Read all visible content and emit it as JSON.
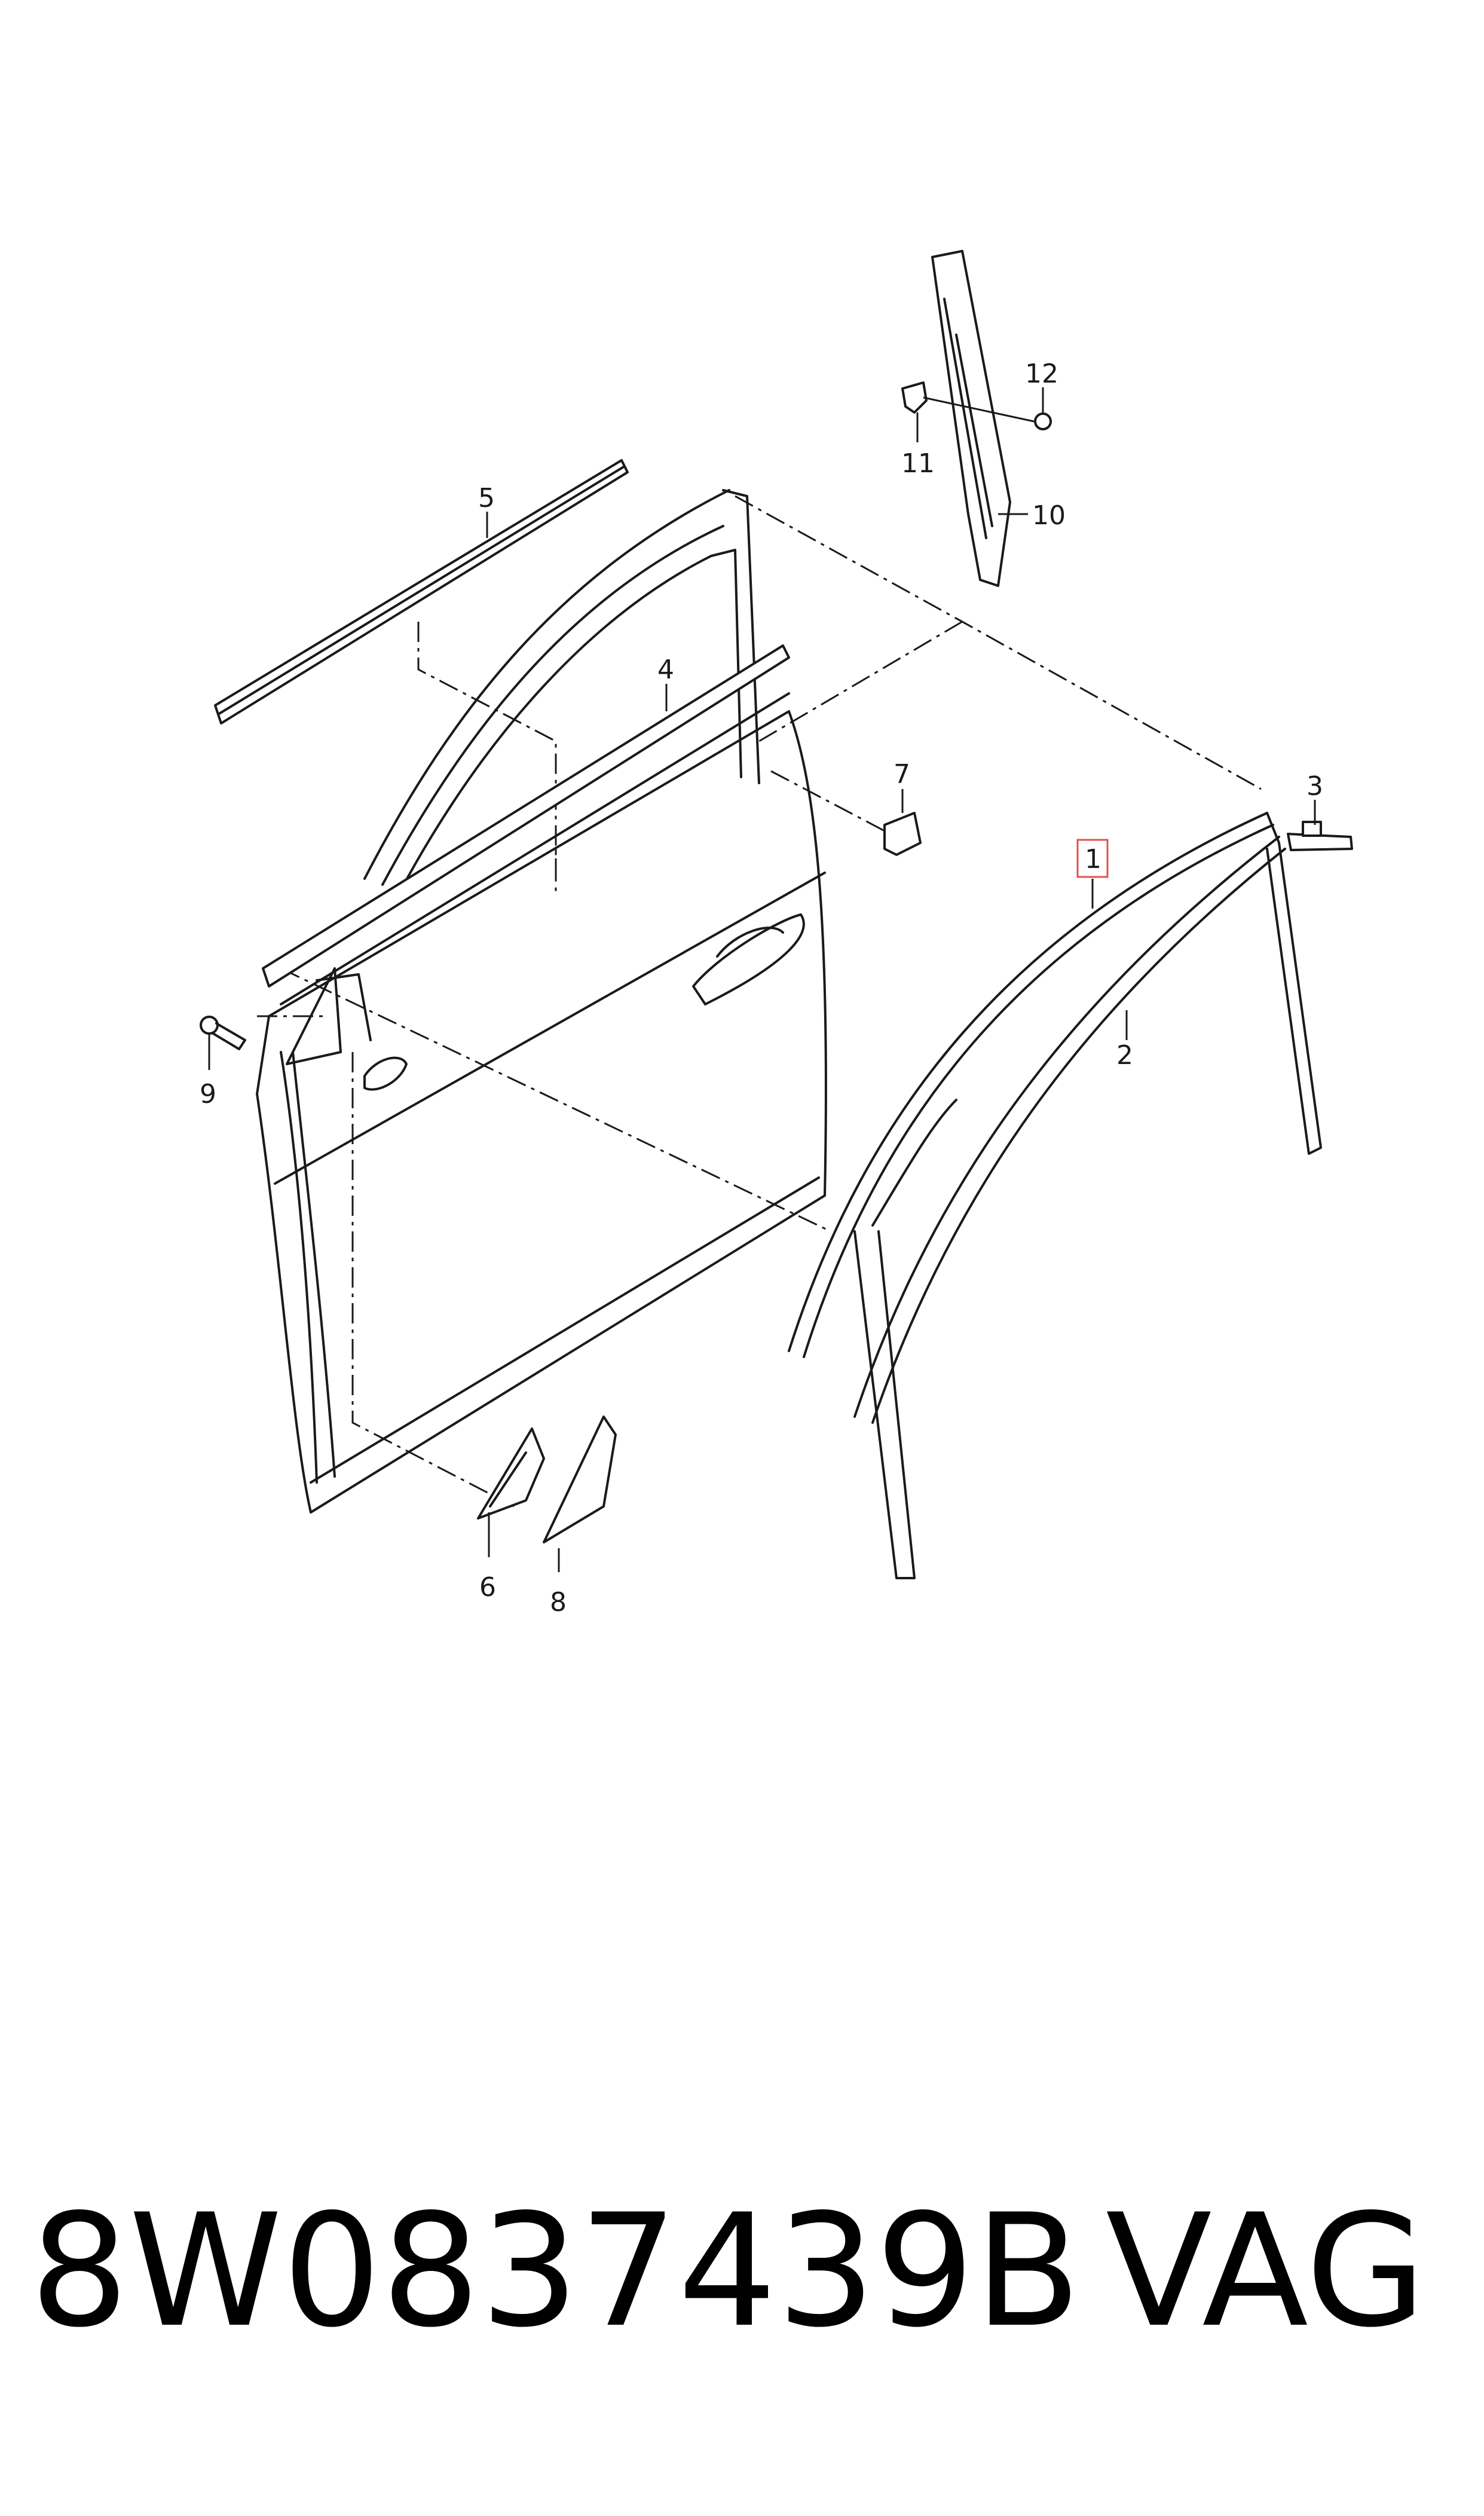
{
  "callouts": {
    "c1": "1",
    "c2": "2",
    "c3": "3",
    "c4": "4",
    "c5": "5",
    "c6": "6",
    "c7": "7",
    "c8": "8",
    "c9": "9",
    "c10": "10",
    "c11": "11",
    "c12": "12"
  },
  "highlighted_callout": "1",
  "highlight_color": "#e05050",
  "footer": {
    "part_number": "8W0837439B",
    "brand": "VAG"
  }
}
